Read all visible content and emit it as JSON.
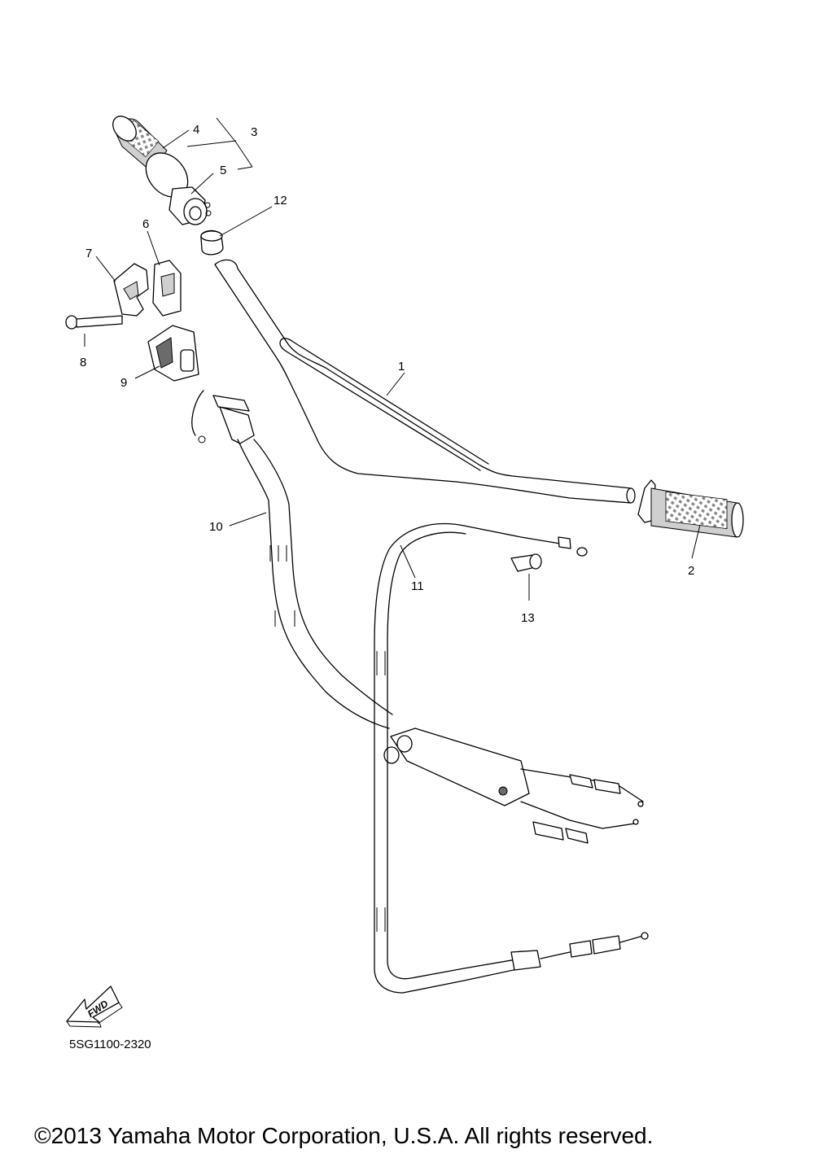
{
  "callouts": [
    {
      "id": "1",
      "label": "1"
    },
    {
      "id": "2",
      "label": "2"
    },
    {
      "id": "3",
      "label": "3"
    },
    {
      "id": "4",
      "label": "4"
    },
    {
      "id": "5",
      "label": "5"
    },
    {
      "id": "6",
      "label": "6"
    },
    {
      "id": "7",
      "label": "7"
    },
    {
      "id": "8",
      "label": "8"
    },
    {
      "id": "9",
      "label": "9"
    },
    {
      "id": "10",
      "label": "10"
    },
    {
      "id": "11",
      "label": "11"
    },
    {
      "id": "12",
      "label": "12"
    },
    {
      "id": "13",
      "label": "13"
    }
  ],
  "fwd_label": "FWD",
  "diagram_code": "5SG1100-2320",
  "copyright": "©2013 Yamaha Motor Corporation, U.S.A. All rights reserved."
}
